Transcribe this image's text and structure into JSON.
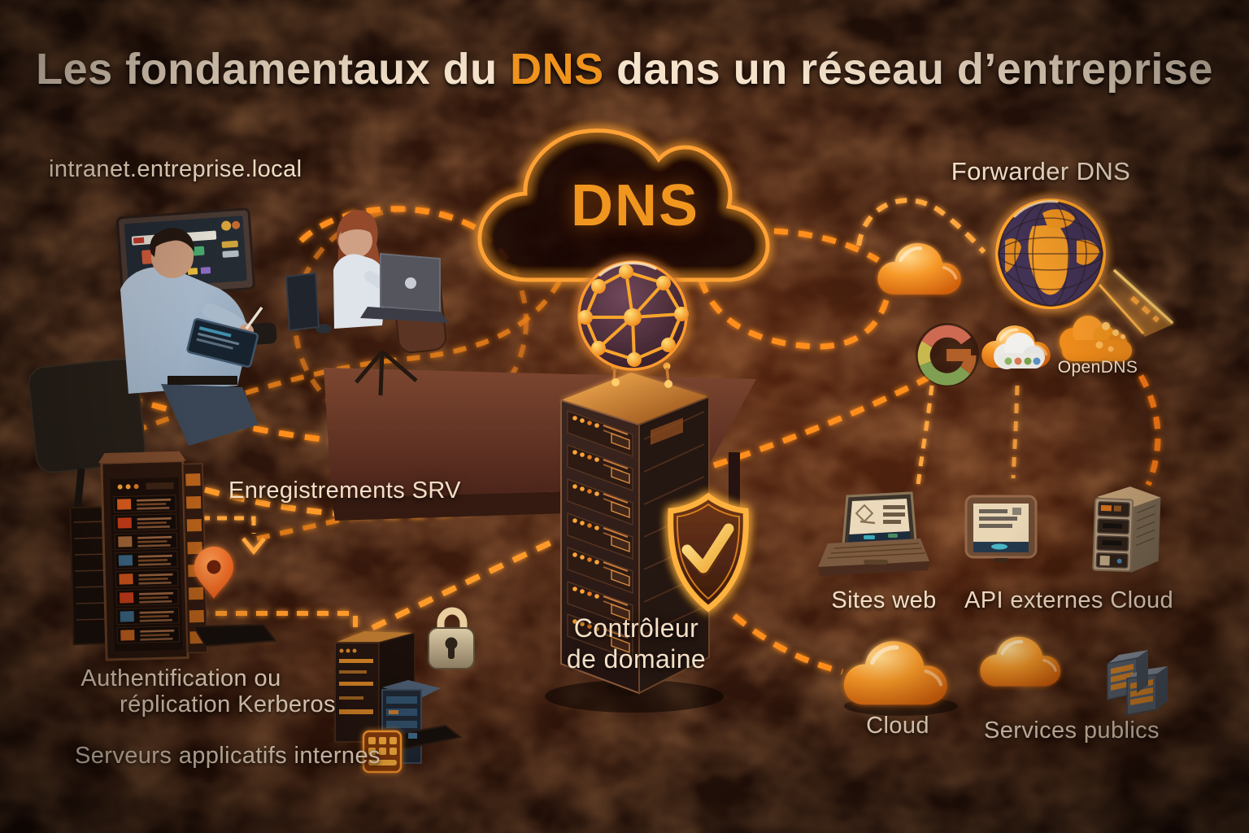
{
  "title": {
    "prefix": "Les fondamentaux du ",
    "highlight": "DNS",
    "suffix": " dans un réseau d’entreprise"
  },
  "labels": {
    "intranet": "intranet.entreprise.local",
    "dns_cloud": "DNS",
    "forwarder_dns": "Forwarder DNS",
    "opendns": "OpenDNS",
    "srv_records": "Enregistrements SRV",
    "domain_controller_line1": "Contrôleur",
    "domain_controller_line2": "de domaine",
    "kerberos_line1": "Authentification ou",
    "kerberos_line2": "réplication Kerberos",
    "internal_app_servers": "Serveurs applicatifs internes",
    "sites_web": "Sites web",
    "api_externes_cloud": "API externes Cloud",
    "cloud": "Cloud",
    "services_publics": "Services publics"
  },
  "colors": {
    "background": "#23110a",
    "accent_orange": "#f0931c",
    "text_cream": "#f4dfc6",
    "dash_orange": "#ff8e1c",
    "glow_orange": "#ffb347"
  },
  "icons": [
    "dns-cloud-outline-icon",
    "network-globe-icon",
    "domain-controller-server-icon",
    "shield-check-icon",
    "earth-globe-icon",
    "searchlight-beam-icon",
    "orange-cloud-icon",
    "google-g-icon",
    "provider-cloud-icon",
    "opendns-cloud-icon",
    "rack-server-icon",
    "location-pin-icon",
    "padlock-icon",
    "laptop-icon",
    "tablet-icon",
    "mini-servers-icon",
    "app-grid-icon",
    "workstation-scene"
  ]
}
